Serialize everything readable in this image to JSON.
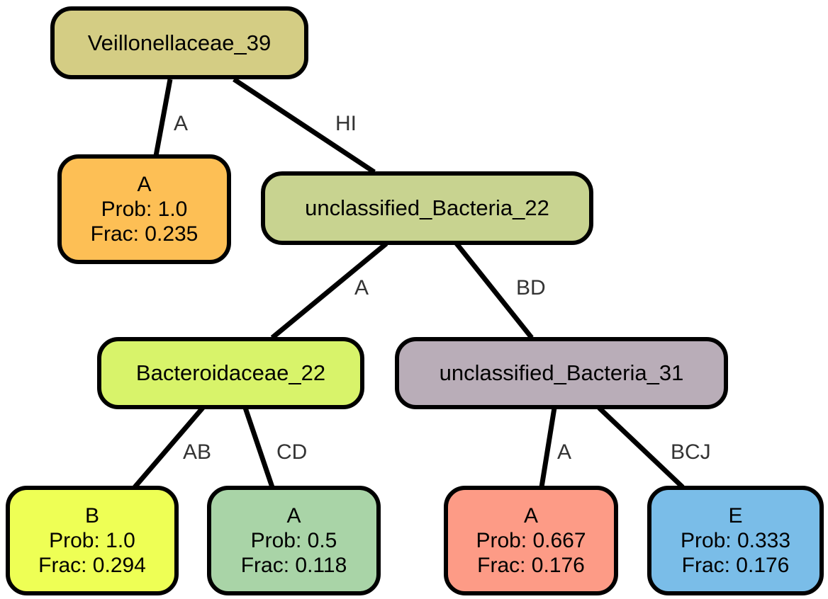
{
  "nodes": {
    "root": {
      "label": "Veillonellaceae_39",
      "color": "#d4cd84"
    },
    "leaf_a1": {
      "label": "A",
      "prob": "Prob: 1.0",
      "frac": "Frac: 0.235",
      "color": "#fdbf55"
    },
    "unc22": {
      "label": "unclassified_Bacteria_22",
      "color": "#c8d390"
    },
    "bact22": {
      "label": "Bacteroidaceae_22",
      "color": "#d8f36a"
    },
    "unc31": {
      "label": "unclassified_Bacteria_31",
      "color": "#b9adb8"
    },
    "leaf_b": {
      "label": "B",
      "prob": "Prob: 1.0",
      "frac": "Frac: 0.294",
      "color": "#eeff55"
    },
    "leaf_a2": {
      "label": "A",
      "prob": "Prob: 0.5",
      "frac": "Frac: 0.118",
      "color": "#a9d4a7"
    },
    "leaf_a3": {
      "label": "A",
      "prob": "Prob: 0.667",
      "frac": "Frac: 0.176",
      "color": "#fd9b86"
    },
    "leaf_e": {
      "label": "E",
      "prob": "Prob: 0.333",
      "frac": "Frac: 0.176",
      "color": "#7abde8"
    }
  },
  "edges": {
    "root_to_a1": "A",
    "root_to_unc22": "HI",
    "unc22_to_bact22": "A",
    "unc22_to_unc31": "BD",
    "bact22_to_b": "AB",
    "bact22_to_a2": "CD",
    "unc31_to_a3": "A",
    "unc31_to_e": "BCJ"
  }
}
